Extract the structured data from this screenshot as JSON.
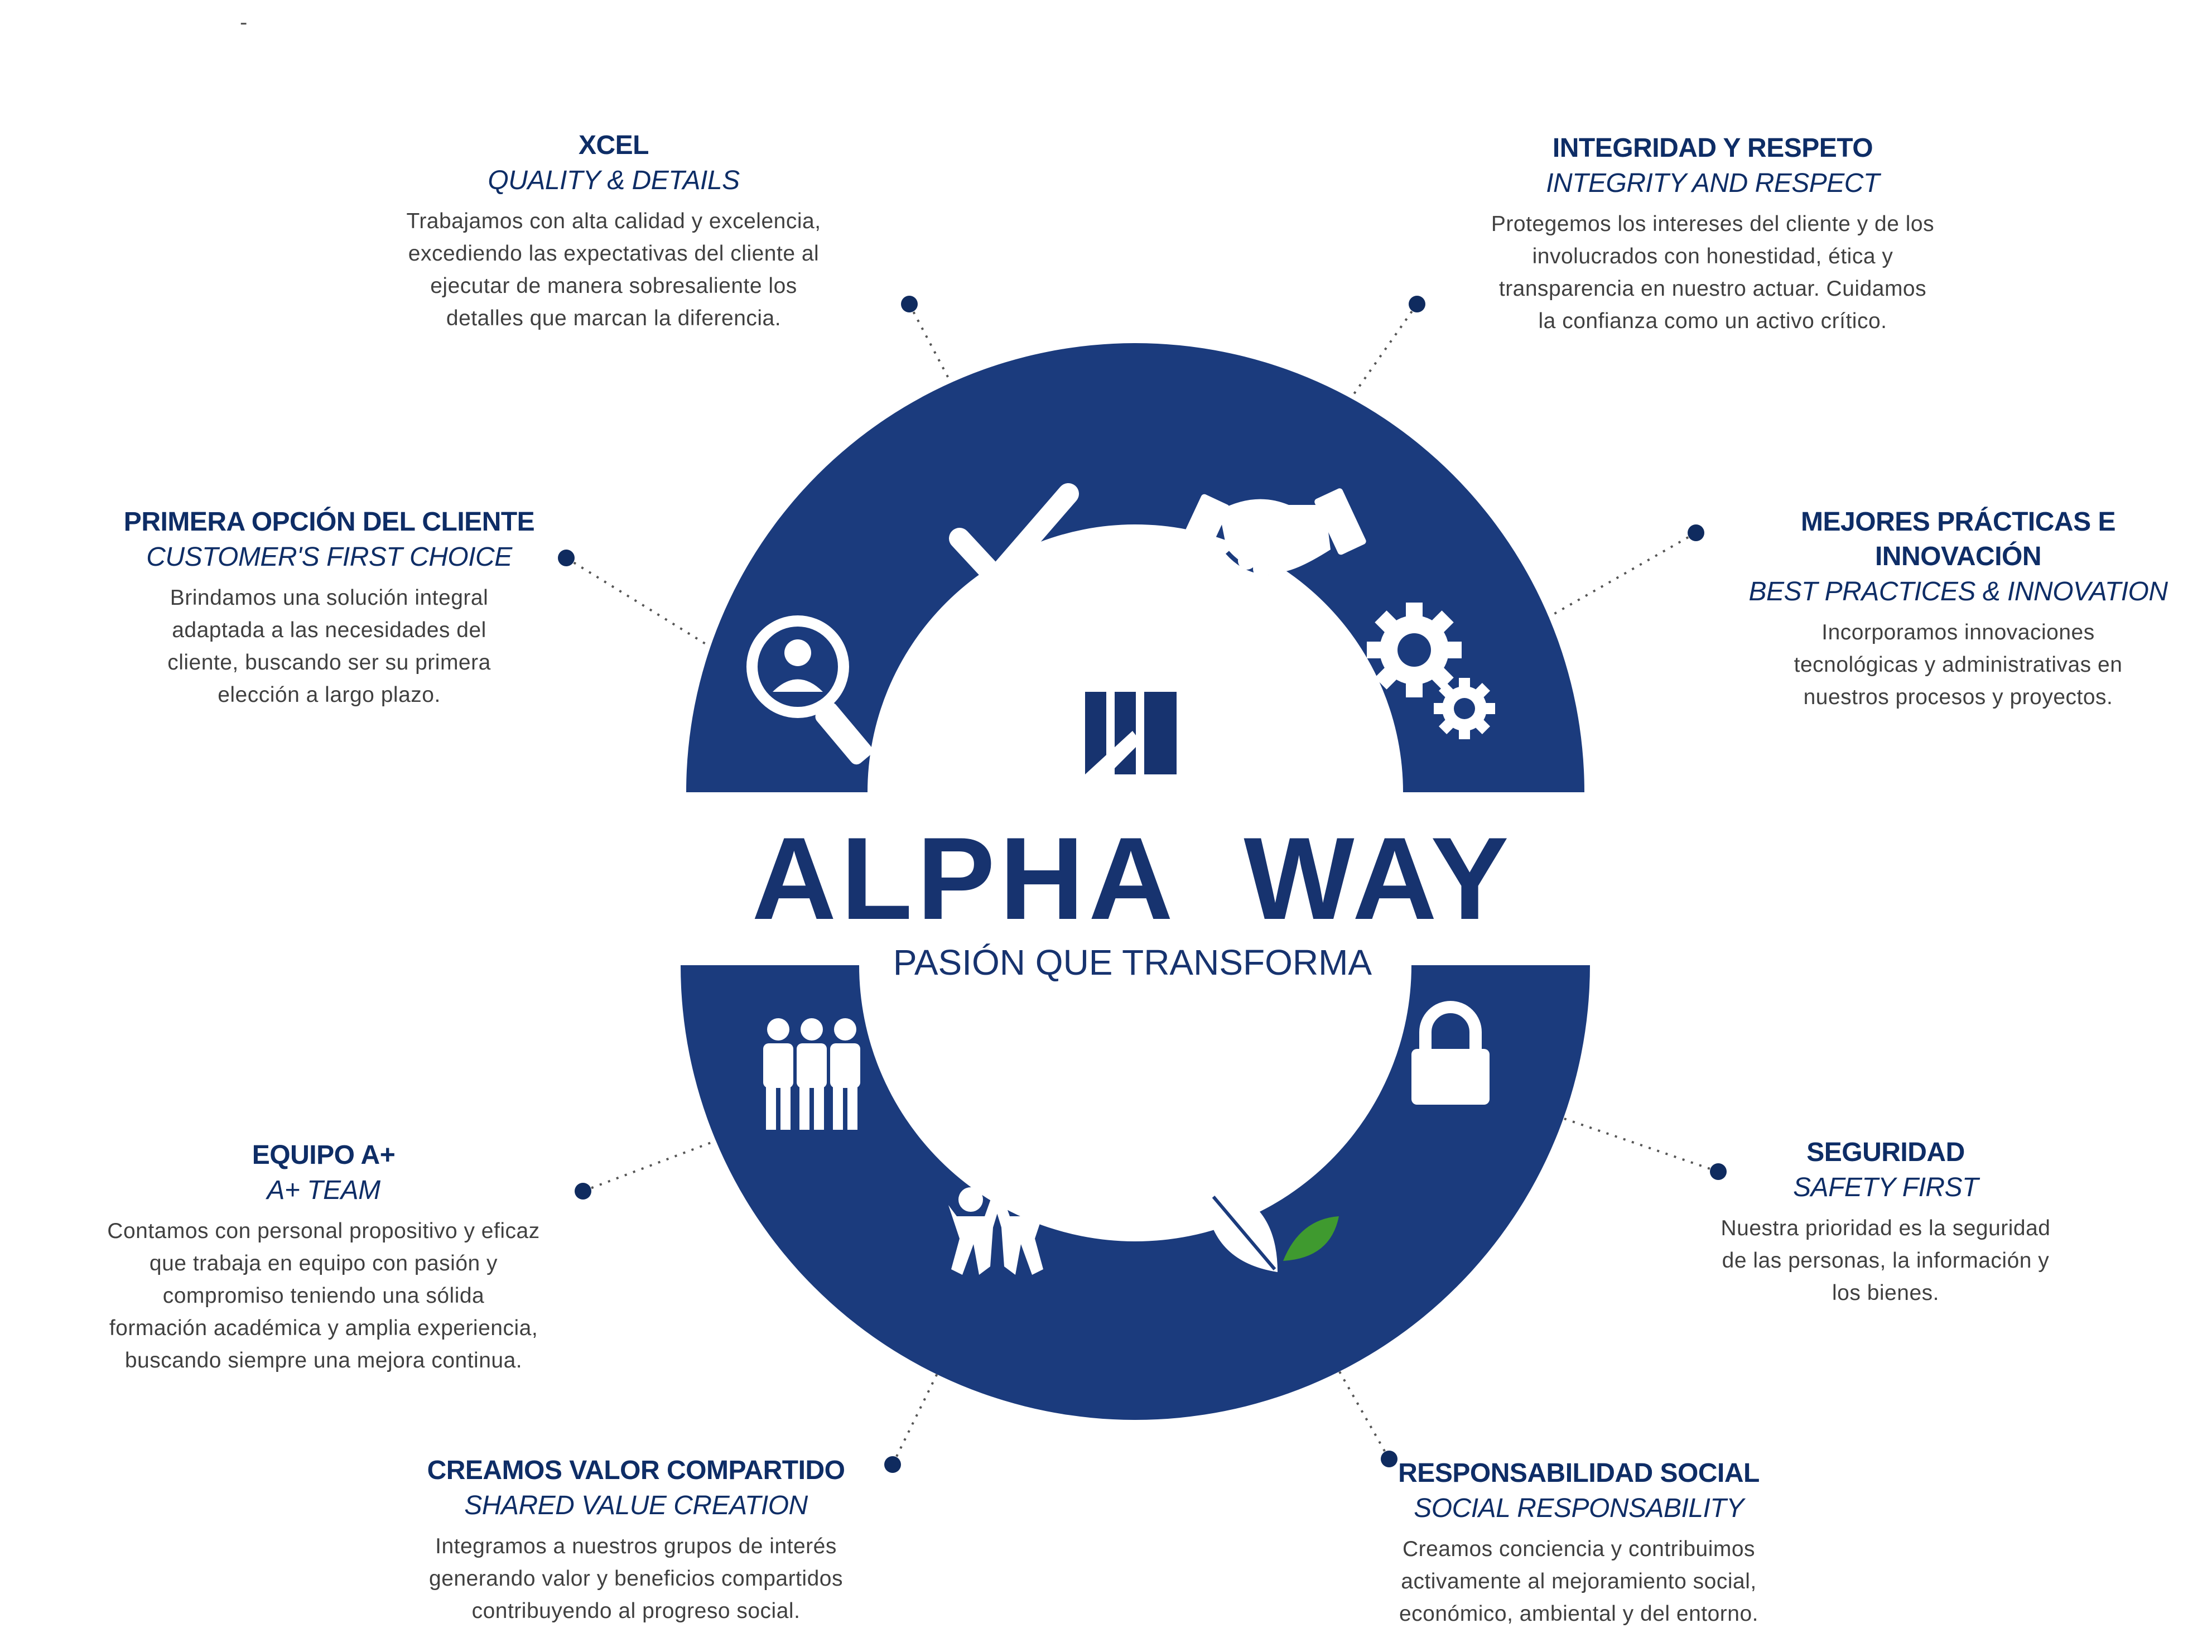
{
  "center": {
    "title": "ALPHA  WAY",
    "subtitle": "PASIÓN QUE TRANSFORMA"
  },
  "values": [
    {
      "title": "XCEL",
      "subtitle": "QUALITY & DETAILS",
      "desc": "Trabajamos con alta calidad y excelencia,\nexcediendo las expectativas del cliente al\nejecutar de manera sobresaliente los\ndetalles que marcan la diferencia."
    },
    {
      "title": "INTEGRIDAD Y RESPETO",
      "subtitle": "INTEGRITY AND RESPECT",
      "desc": "Protegemos los intereses del cliente y de los\ninvolucrados con honestidad, ética y\ntransparencia en nuestro actuar. Cuidamos\nla confianza como un activo crítico."
    },
    {
      "title": "PRIMERA OPCIÓN DEL CLIENTE",
      "subtitle": "CUSTOMER'S FIRST CHOICE",
      "desc": "Brindamos una solución integral\nadaptada a las necesidades del\ncliente, buscando ser su primera\nelección a largo plazo."
    },
    {
      "title": "MEJORES PRÁCTICAS E INNOVACIÓN",
      "subtitle": "BEST PRACTICES & INNOVATION",
      "desc": "Incorporamos innovaciones\ntecnológicas y administrativas en\nnuestros procesos y proyectos."
    },
    {
      "title": "EQUIPO A+",
      "subtitle": "A+ TEAM",
      "desc": "Contamos con personal propositivo y eficaz\nque trabaja en equipo con pasión y\ncompromiso  teniendo una sólida\nformación académica y amplia experiencia,\nbuscando siempre una mejora continua."
    },
    {
      "title": "SEGURIDAD",
      "subtitle": "SAFETY FIRST",
      "desc": "Nuestra prioridad es la seguridad\nde las personas, la información y\nlos bienes."
    },
    {
      "title": "CREAMOS VALOR COMPARTIDO",
      "subtitle": "SHARED VALUE CREATION",
      "desc": "Integramos a nuestros grupos de interés\ngenerando valor y beneficios compartidos\ncontribuyendo al progreso social."
    },
    {
      "title": "RESPONSABILIDAD SOCIAL",
      "subtitle": "SOCIAL RESPONSABILITY",
      "desc": "Creamos conciencia y contribuimos\nactivamente al mejoramiento social,\neconómico, ambiental y del entorno."
    }
  ],
  "decor": {
    "dash": "-"
  },
  "colors": {
    "ring": "#1b3b7d",
    "text_dark": "#0e2d66",
    "body_text": "#404040",
    "leaf_green": "#3f9a2f",
    "background": "#ffffff"
  },
  "icons": [
    "check-icon",
    "handshake-icon",
    "gears-icon",
    "lock-icon",
    "leaves-icon",
    "high-five-icon",
    "team-icon",
    "customer-search-icon",
    "company-logo"
  ]
}
